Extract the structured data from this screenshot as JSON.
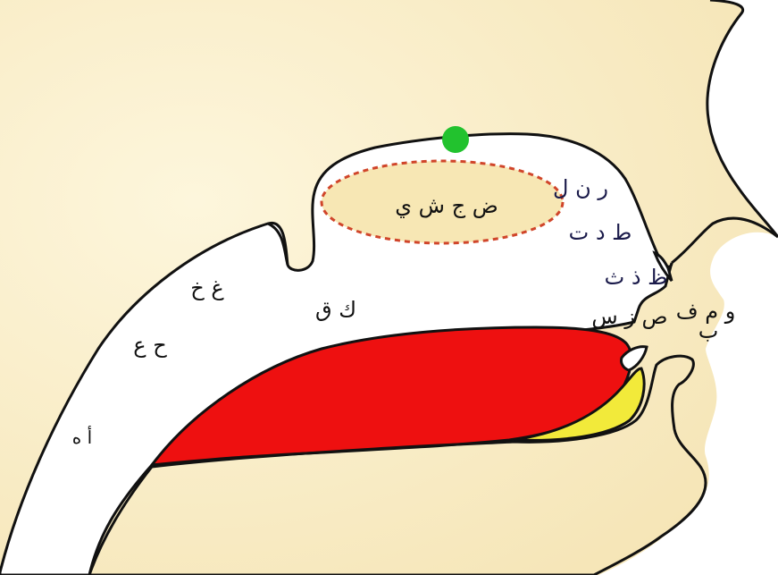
{
  "colors": {
    "skin": "#f6e8bd",
    "skin_light": "#fcf4d8",
    "cavity": "#ffffff",
    "outline": "#111111",
    "tongue": "#ee1010",
    "lip_inner": "#f2ea3a",
    "teeth": "#ffffff",
    "marker": "#22c22e",
    "ellipse_fill": "#f7e7b4",
    "ellipse_border": "#d0452a"
  },
  "labels": {
    "palate_group": "ض ج ش ي",
    "alveolar_group": "ر ن ل",
    "tip_group": "ط د ت",
    "dental_group": "ظ ذ ث",
    "sibilant_group": "ص ز س",
    "lip_group": "و م ف",
    "lip_extra": "ب",
    "velar_group": "ك ق",
    "uvular_group": "غ خ",
    "pharyngeal_group": "ح ع",
    "glottal_group": "أ ه"
  }
}
